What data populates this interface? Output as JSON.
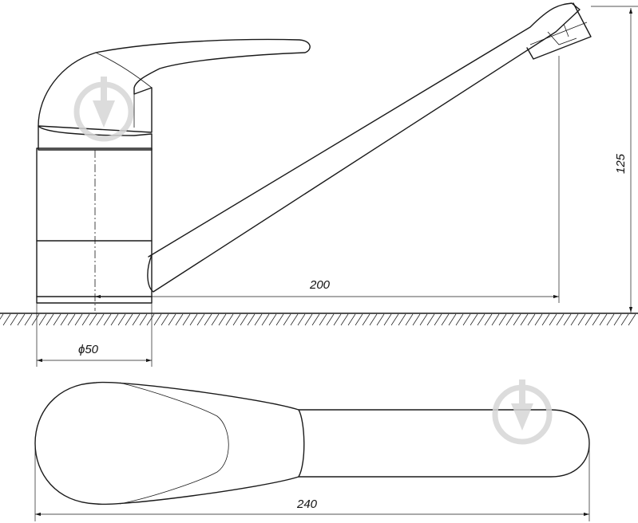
{
  "drawing": {
    "dimensions": {
      "height_label": "125",
      "reach_label": "200",
      "base_diameter_label": "ϕ50",
      "total_length_label": "240"
    }
  }
}
